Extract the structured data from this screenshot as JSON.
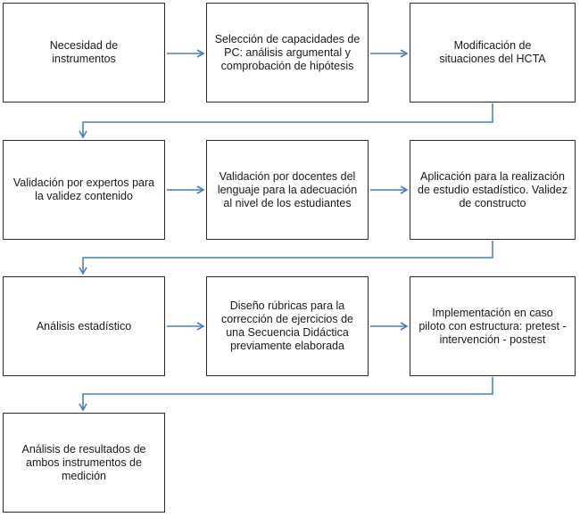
{
  "diagram": {
    "arrow_color": "#4a7ebb",
    "steps": [
      {
        "id": "s1",
        "text": "Necesidad de instrumentos"
      },
      {
        "id": "s2",
        "text": "Selección de capacidades de PC: análisis argumental y comprobación de hipótesis"
      },
      {
        "id": "s3",
        "text": "Modificación de situaciones del HCTA"
      },
      {
        "id": "s4",
        "text": "Validación por expertos para la validez contenido"
      },
      {
        "id": "s5",
        "text": "Validación por docentes del lenguaje para la adecuación al nivel de los estudiantes"
      },
      {
        "id": "s6",
        "text": "Aplicación para la realización de estudio estadístico. Validez de constructo"
      },
      {
        "id": "s7",
        "text": "Análisis estadístico"
      },
      {
        "id": "s8",
        "text": "Diseño rúbricas para la corrección de ejercicios de una Secuencia Didáctica previamente elaborada"
      },
      {
        "id": "s9",
        "text": "Implementación en caso piloto con estructura: pretest - intervención - postest"
      },
      {
        "id": "s10",
        "text": "Análisis de resultados de ambos instrumentos de medición"
      }
    ]
  }
}
